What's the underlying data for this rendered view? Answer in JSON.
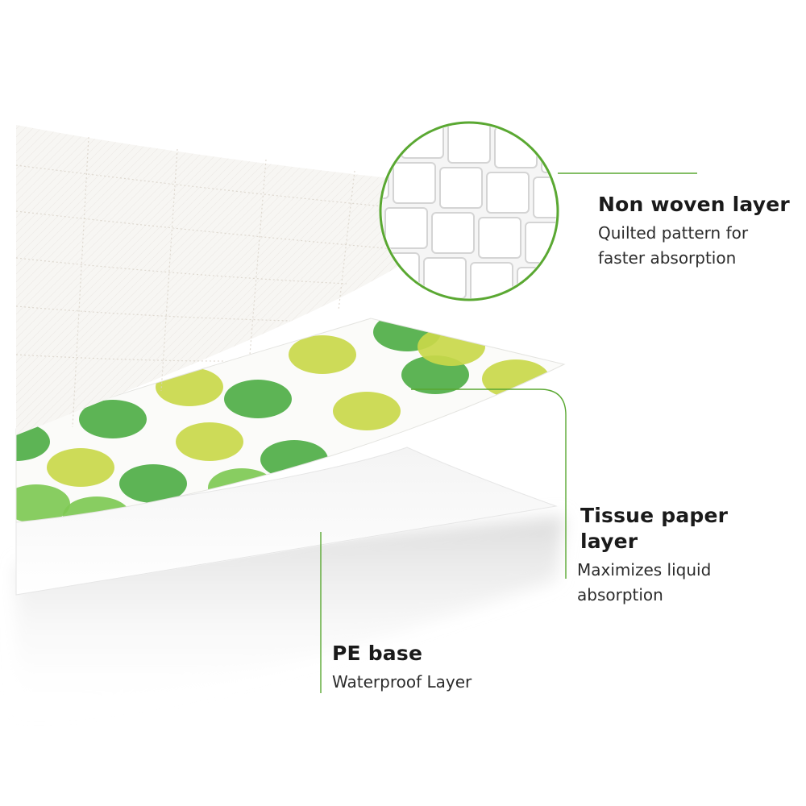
{
  "layers": {
    "nonwoven": {
      "title": "Non woven layer",
      "desc_line1": "Quilted pattern for",
      "desc_line2": "faster absorption"
    },
    "tissue": {
      "title_line1": "Tissue paper",
      "title_line2": "layer",
      "desc_line1": "Maximizes liquid",
      "desc_line2": "absorption"
    },
    "pe": {
      "title": "PE base",
      "desc": "Waterproof Layer"
    }
  },
  "colors": {
    "accent": "#5aa832",
    "dot_green": "#4fae46",
    "dot_light_green": "#7ec954",
    "dot_yellow": "#c9d84a",
    "text": "#1a1a1a"
  },
  "icons": {
    "magnifier": "zoom-circle-quilted-pattern"
  }
}
